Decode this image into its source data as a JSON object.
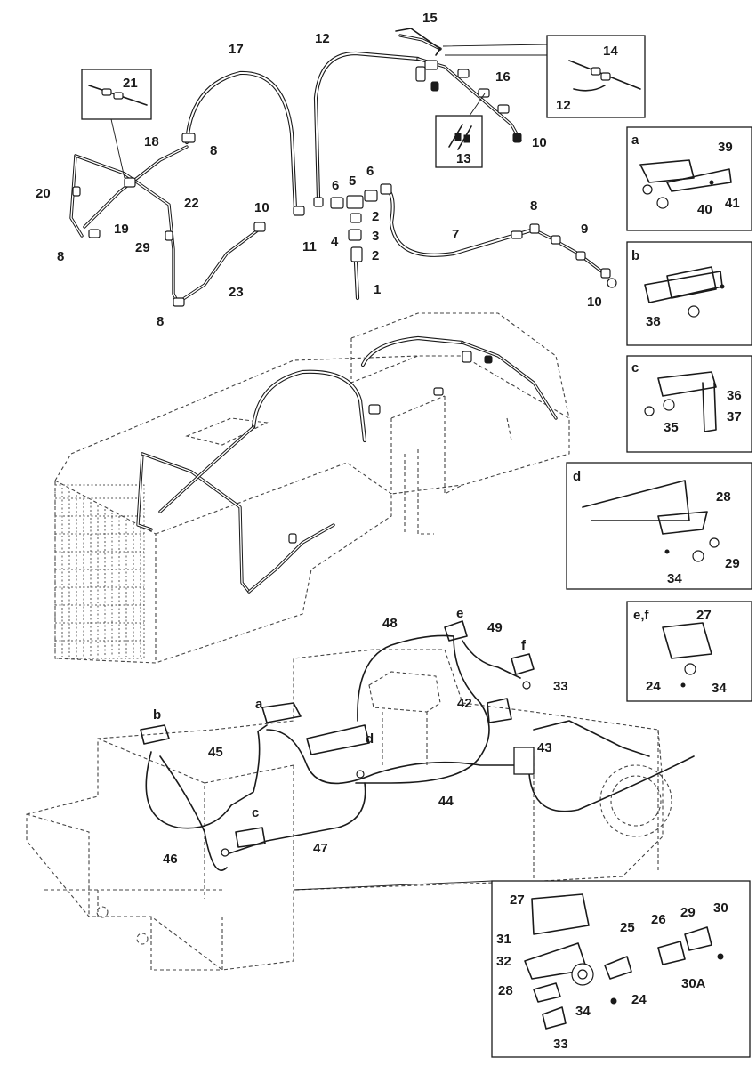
{
  "labels": {
    "n1": "1",
    "n2a": "2",
    "n2b": "2",
    "n3": "3",
    "n4": "4",
    "n5": "5",
    "n6a": "6",
    "n6b": "6",
    "n7": "7",
    "n8a": "8",
    "n8b": "8",
    "n8c": "8",
    "n8d": "8",
    "n9": "9",
    "n10a": "10",
    "n10b": "10",
    "n10c": "10",
    "n11": "11",
    "n12a": "12",
    "n12b": "12",
    "n13": "13",
    "n14": "14",
    "n15": "15",
    "n16": "16",
    "n17": "17",
    "n18": "18",
    "n19": "19",
    "n20": "20",
    "n21": "21",
    "n22": "22",
    "n23": "23",
    "n29a": "29",
    "n42": "42",
    "n43": "43",
    "n44": "44",
    "n45": "45",
    "n46": "46",
    "n47": "47",
    "n48": "48",
    "n49": "49",
    "n33a": "33",
    "la": "a",
    "lb": "b",
    "lc": "c",
    "ld": "d",
    "le": "e",
    "lf": "f"
  },
  "detail_boxes": {
    "a": {
      "letter": "a",
      "parts": [
        "39",
        "40",
        "41"
      ]
    },
    "b": {
      "letter": "b",
      "parts": [
        "38"
      ]
    },
    "c": {
      "letter": "c",
      "parts": [
        "36",
        "37",
        "35"
      ]
    },
    "d": {
      "letter": "d",
      "parts": [
        "28",
        "29",
        "34"
      ]
    },
    "ef": {
      "letter": "e,f",
      "parts": [
        "27",
        "24",
        "34"
      ]
    },
    "bottom": {
      "parts": [
        "27",
        "31",
        "32",
        "28",
        "34",
        "33",
        "25",
        "26",
        "29",
        "30",
        "30A",
        "24"
      ]
    }
  }
}
